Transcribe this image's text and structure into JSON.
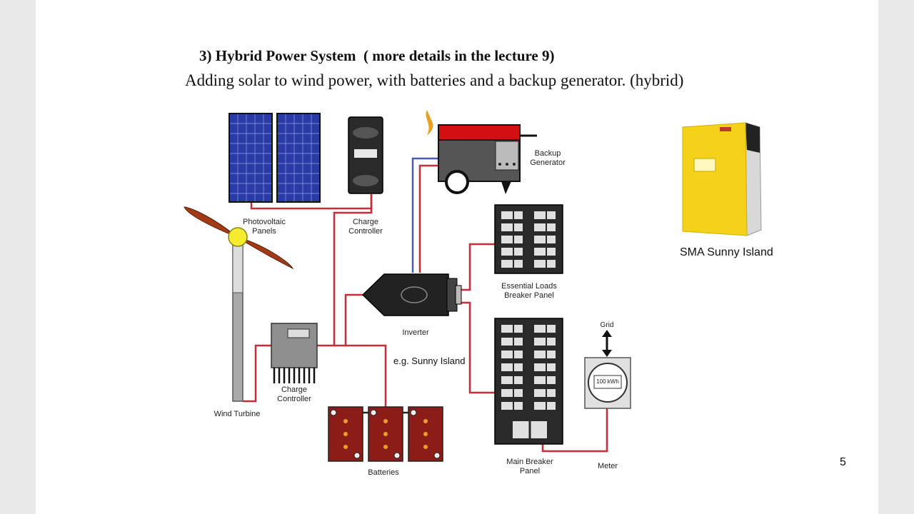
{
  "slide": {
    "title": "3) Hybrid Power System  ( more details in the lecture 9)",
    "subtitle": "Adding solar to wind power, with batteries and a backup generator. (hybrid)",
    "page_number": "5"
  },
  "diagram": {
    "labels": {
      "pv_line1": "Photovoltaic",
      "pv_line2": "Panels",
      "cc_top_line1": "Charge",
      "cc_top_line2": "Controller",
      "gen_line1": "Backup",
      "gen_line2": "Generator",
      "essential_line1": "Essential Loads",
      "essential_line2": "Breaker Panel",
      "inverter": "Inverter",
      "cc_bottom_line1": "Charge",
      "cc_bottom_line2": "Controller",
      "wind_turbine": "Wind Turbine",
      "batteries": "Batteries",
      "main_line1": "Main Breaker",
      "main_line2": "Panel",
      "meter": "Meter",
      "grid": "Grid",
      "meter_display": "100 kWh"
    },
    "annotation": "e.g. Sunny Island",
    "product_label": "SMA Sunny Island",
    "colors": {
      "wire_red": "#cc2a36",
      "wire_blue": "#4a5bb8",
      "panel_blue": "#2b3ba6",
      "generator_red": "#d40f0f",
      "battery_red": "#8c1c17",
      "inverter_yellow": "#f2d017"
    }
  }
}
